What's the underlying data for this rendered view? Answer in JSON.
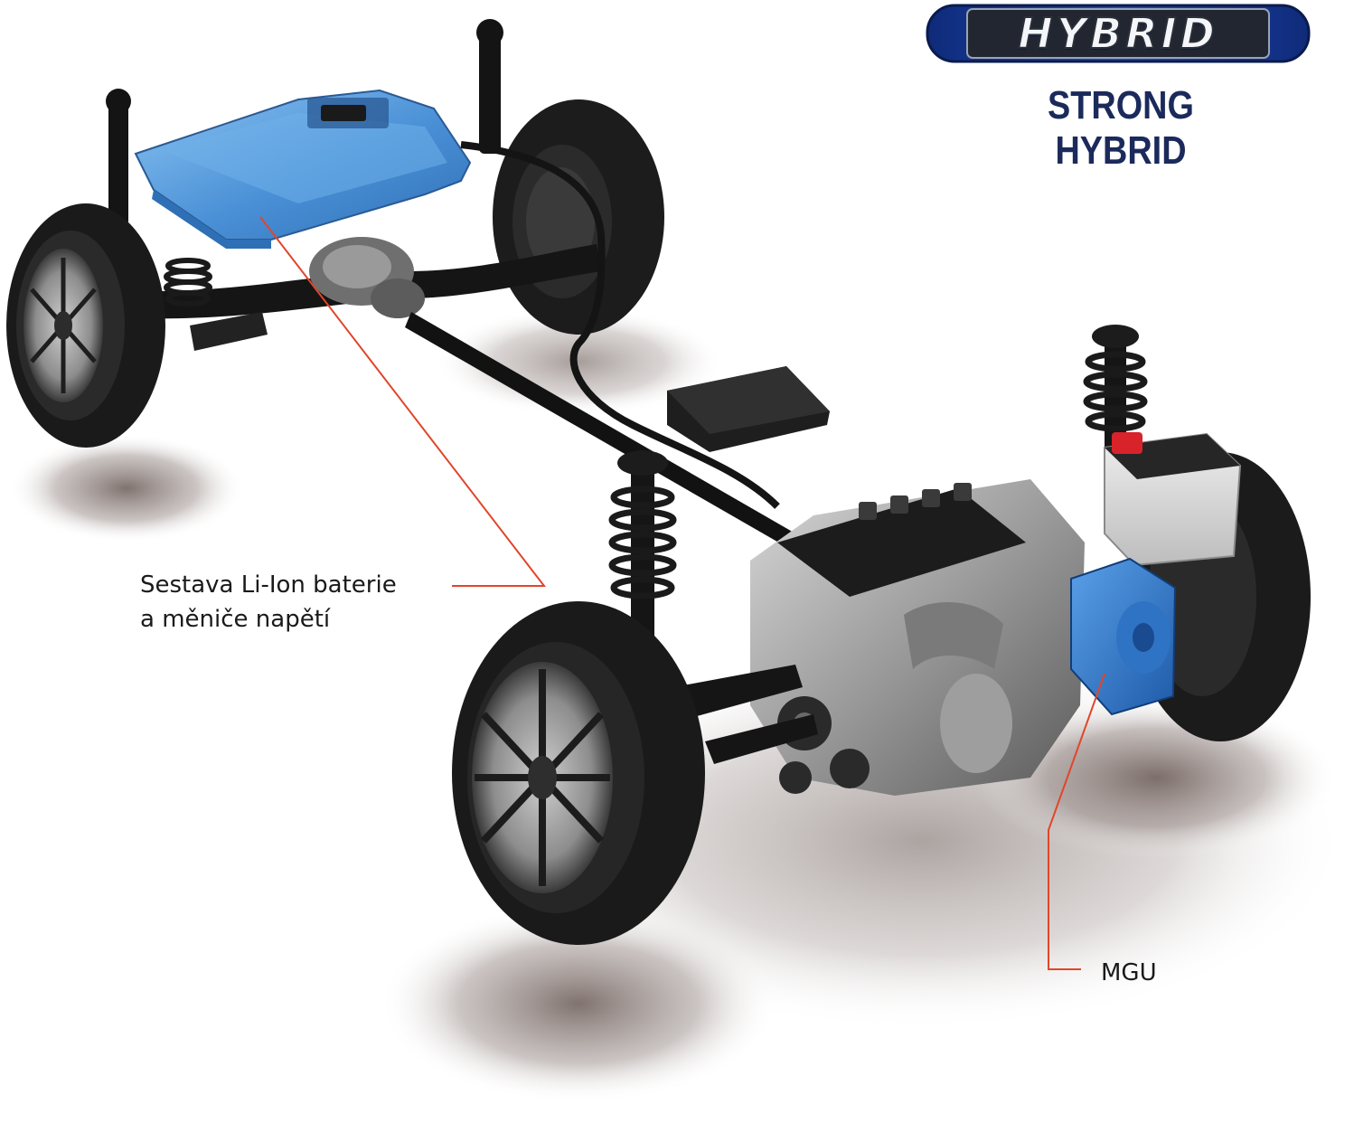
{
  "badge": {
    "text": "HYBRID"
  },
  "title": "STRONG HYBRID",
  "labels": {
    "battery_line1": "Sestava Li-Ion baterie",
    "battery_line2": "a měniče napětí",
    "mgu": "MGU"
  },
  "colors": {
    "brand_blue": "#1b2a5b",
    "battery_blue": "#4a90d6",
    "leader_line": "#e0462a",
    "chassis_black": "#1b1b1b"
  }
}
